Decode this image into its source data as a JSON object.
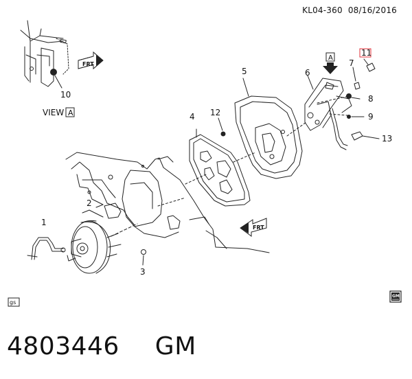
{
  "header": {
    "code": "KL04-360",
    "date": "08/16/2016"
  },
  "view": {
    "label": "VIEW",
    "letter": "A"
  },
  "arrow_a": {
    "letter": "A"
  },
  "direction": {
    "top": "FRT",
    "mid": "FRT"
  },
  "callouts": [
    "1",
    "2",
    "3",
    "4",
    "5",
    "6",
    "7",
    "8",
    "9",
    "10",
    "11",
    "12",
    "13"
  ],
  "badges": {
    "gs": "gs",
    "gm": "GM"
  },
  "footer": {
    "part_number": "4803446",
    "brand": "GM"
  }
}
